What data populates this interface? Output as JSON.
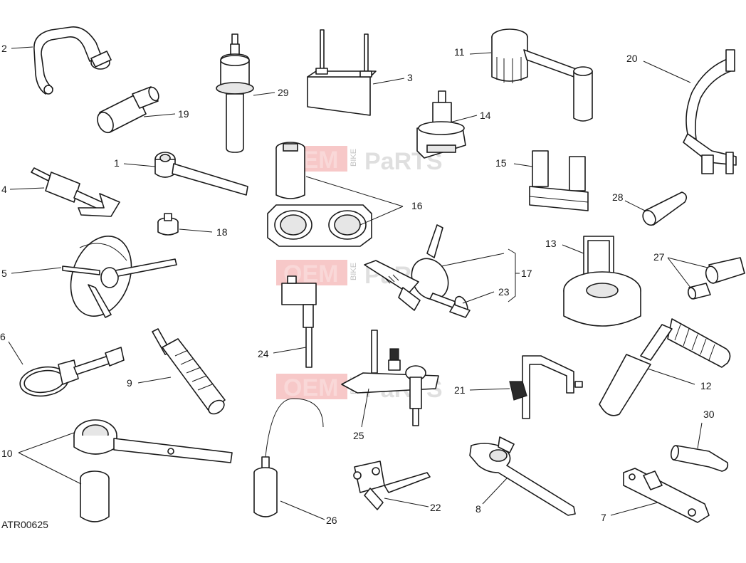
{
  "diagram": {
    "code": "ATR00625",
    "callouts": [
      "1",
      "2",
      "3",
      "4",
      "5",
      "6",
      "7",
      "8",
      "9",
      "10",
      "11",
      "12",
      "13",
      "14",
      "15",
      "16",
      "17",
      "18",
      "19",
      "20",
      "21",
      "22",
      "23",
      "24",
      "25",
      "26",
      "27",
      "28",
      "29",
      "30"
    ],
    "watermark": {
      "text_a": "OEM",
      "text_b": "BIKE",
      "text_c": "PaRTS"
    }
  }
}
